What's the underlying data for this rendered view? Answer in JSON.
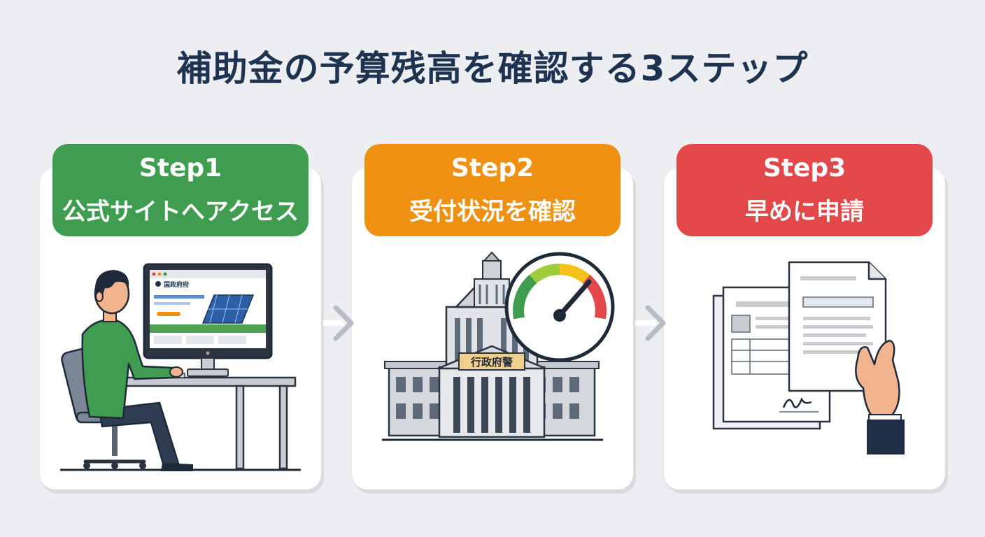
{
  "title": "補助金の予算残高を確認する3ステップ",
  "steps": [
    {
      "step": "Step1",
      "label": "公式サイトへアクセス",
      "color": "#3e9d4e",
      "site_logo_text": "国政府府"
    },
    {
      "step": "Step2",
      "label": "受付状況を確認",
      "color": "#ee9112",
      "building_sign": "行政府警"
    },
    {
      "step": "Step3",
      "label": "早めに申請",
      "color": "#e2484a"
    }
  ]
}
